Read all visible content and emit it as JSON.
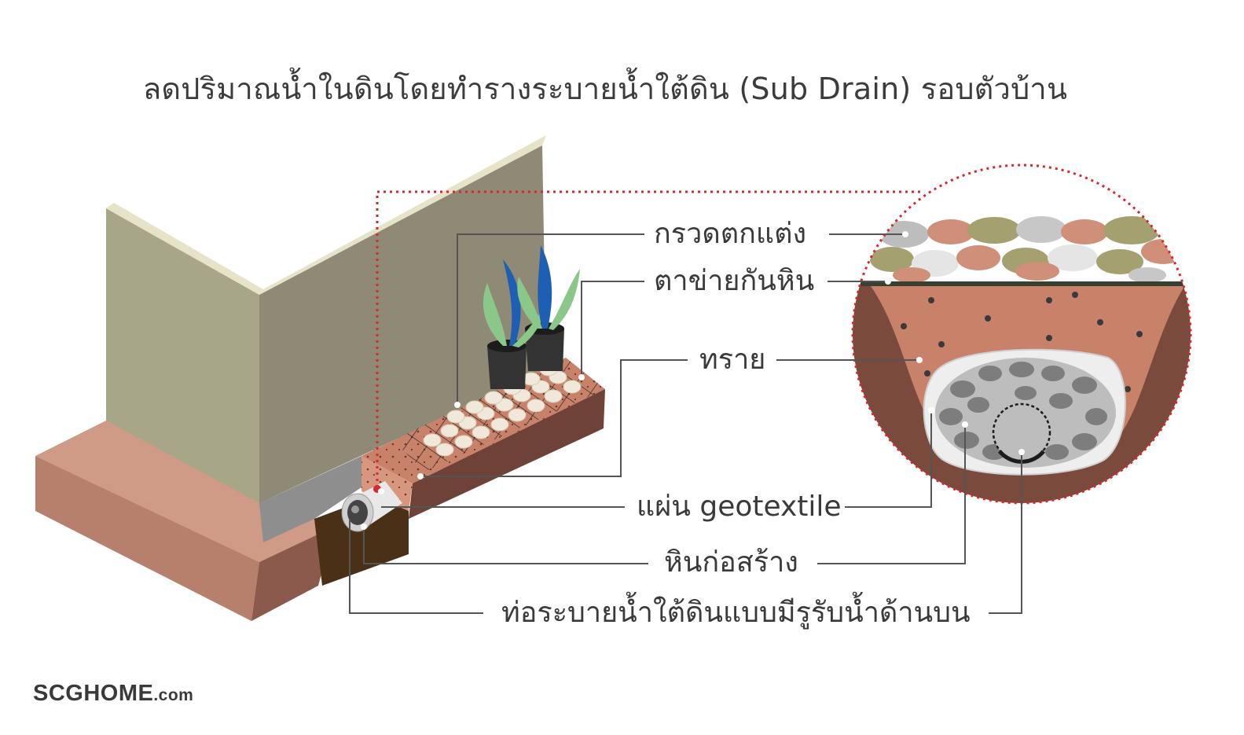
{
  "title": "ลดปริมาณน้ำในดินโดยทำรางระบายน้ำใต้ดิน (Sub Drain) รอบตัวบ้าน",
  "labels": {
    "decor_gravel": "กรวดตกแต่ง",
    "stone_mesh": "ตาข่ายกันหิน",
    "sand": "ทราย",
    "geotextile": "แผ่น geotextile",
    "crushed_stone": "หินก่อสร้าง",
    "drain_pipe": "ท่อระบายน้ำใต้ดินแบบมีรูรับน้ำด้านบน"
  },
  "brand": {
    "name": "SCGHOME",
    "suffix": ".com"
  },
  "colors": {
    "wall": "#a8a688",
    "wall_side": "#8f8a76",
    "footing": "#cf9a86",
    "footing_side": "#8b5a4c",
    "soil": "#7a4a3c",
    "soil_dark": "#4a3016",
    "sand": "#c9826a",
    "gravel": "#f0e8da",
    "crushed": "#8c8c8c",
    "geotextile": "#eeeeee",
    "callout": "#d9272e",
    "leader": "#555555",
    "plant_green": "#8cc78a",
    "plant_blue": "#1f5fb3",
    "pot": "#333333"
  },
  "icons": [
    "plant-pot-icon",
    "drain-pipe-icon"
  ]
}
